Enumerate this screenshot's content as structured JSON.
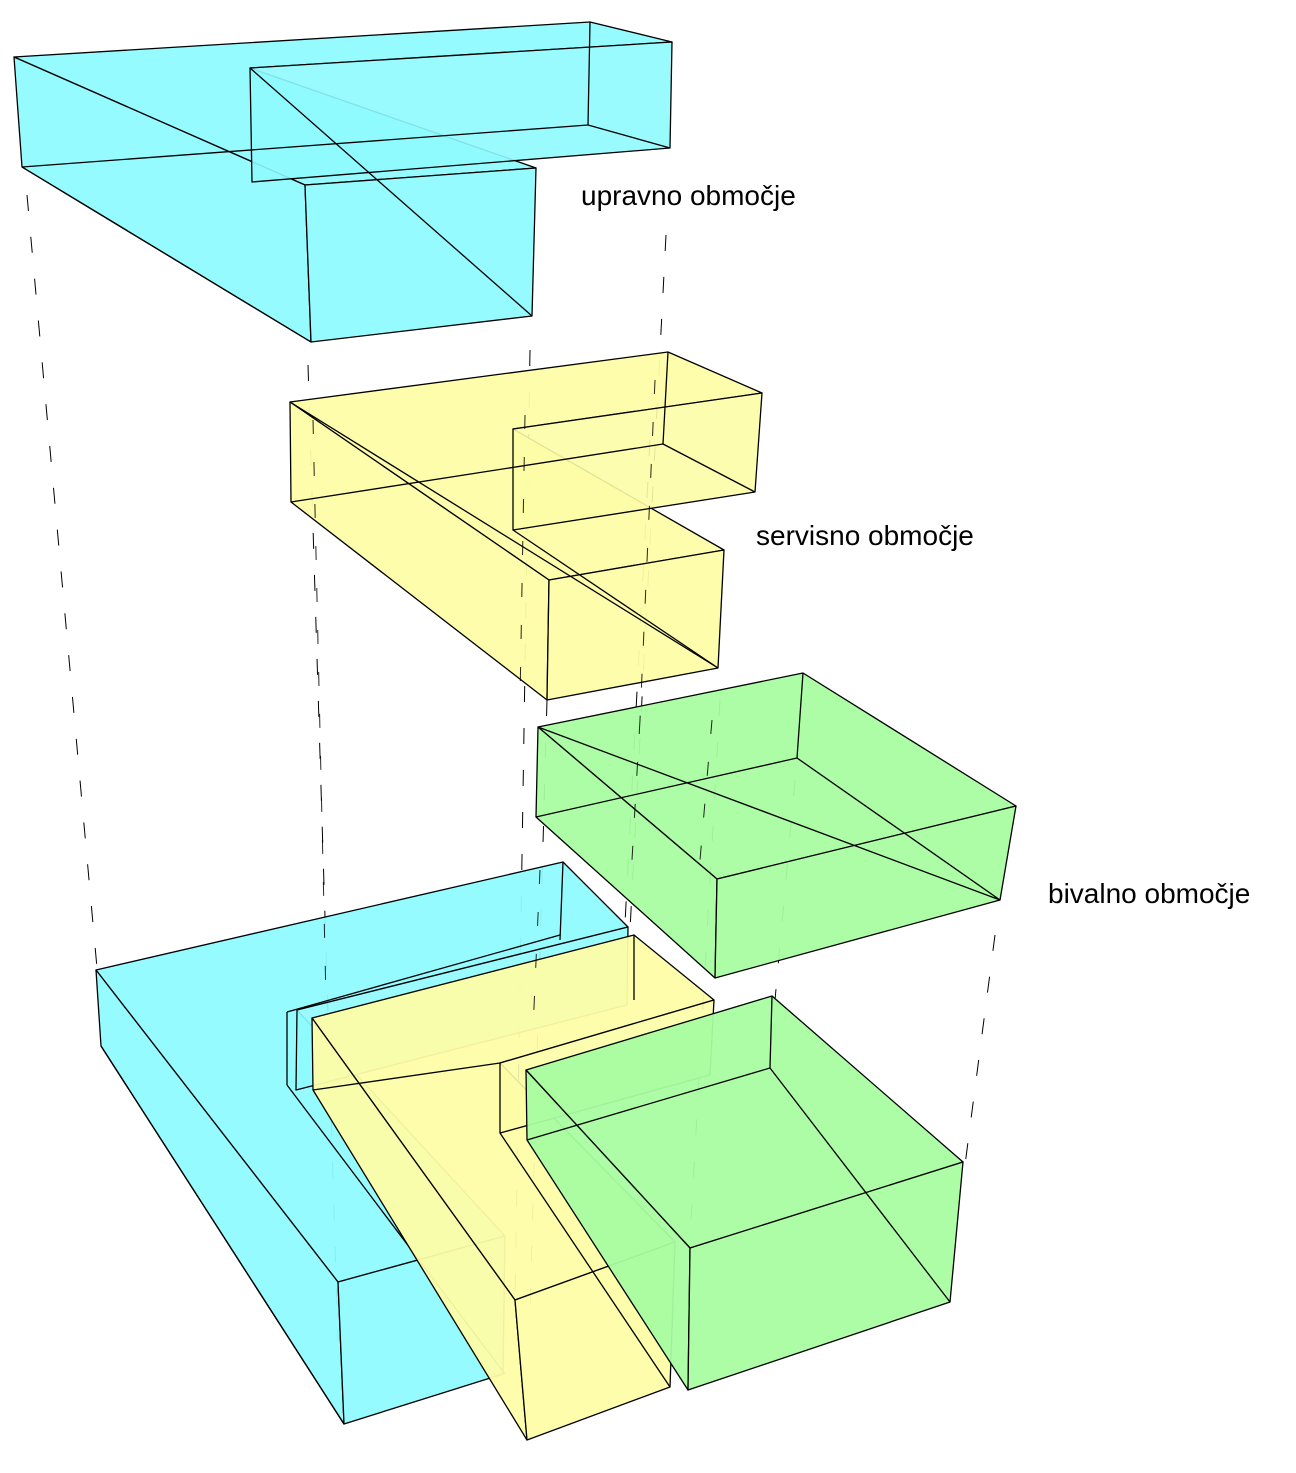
{
  "labels": {
    "administrative": "upravno območje",
    "service": "servisno območje",
    "living": "bivalno območje"
  },
  "colors": {
    "administrative": "#8ffbff",
    "service": "#fdfda6",
    "living": "#a8fda0",
    "edges": "#000000",
    "projection_lines": "#000000"
  }
}
